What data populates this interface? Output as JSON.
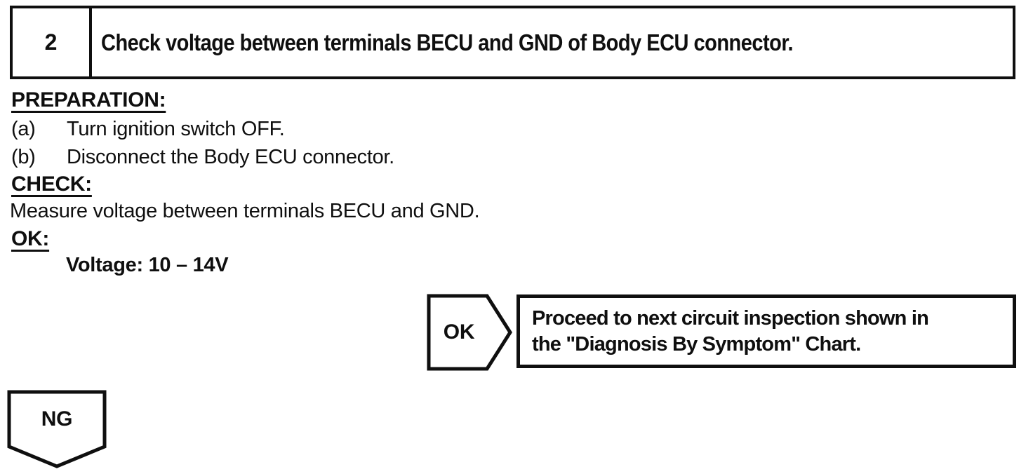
{
  "page": {
    "ink_color": "#0f0f0f",
    "paper_color": "#ffffff"
  },
  "step": {
    "number": "2",
    "title": "Check voltage between terminals BECU and GND of Body ECU connector."
  },
  "sections": {
    "preparation": {
      "heading": "PREPARATION:",
      "items": [
        {
          "label": "(a)",
          "text": "Turn ignition switch OFF."
        },
        {
          "label": "(b)",
          "text": "Disconnect the Body ECU connector."
        }
      ]
    },
    "check": {
      "heading": "CHECK:",
      "text": "Measure voltage between terminals BECU and GND."
    },
    "ok": {
      "heading": "OK:",
      "spec": "Voltage: 10 – 14V"
    }
  },
  "decision": {
    "ok": {
      "label": "OK",
      "result_lines": [
        "Proceed to next circuit inspection shown in",
        "the \"Diagnosis By Symptom\" Chart."
      ]
    },
    "ng": {
      "label": "NG"
    }
  }
}
